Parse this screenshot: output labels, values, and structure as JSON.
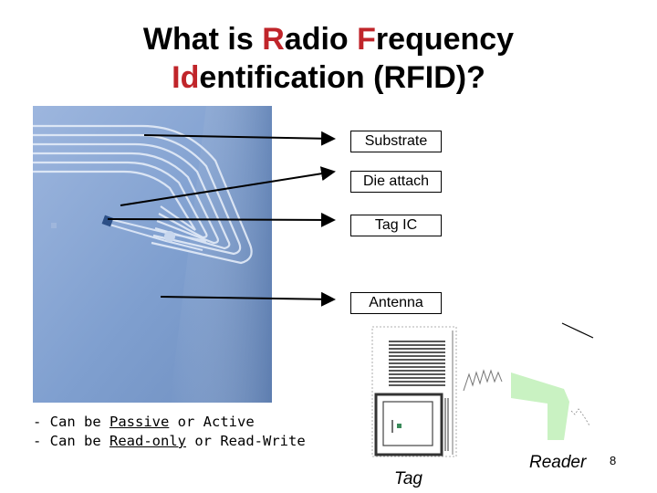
{
  "title": {
    "line1_a": "What is ",
    "line1_r": "R",
    "line1_b": "adio ",
    "line1_f": "F",
    "line1_c": "requency",
    "line2_id": "Id",
    "line2_rest": "entification (RFID)?"
  },
  "labels": [
    "Substrate",
    "Die attach",
    "Tag IC",
    "Antenna"
  ],
  "bullets": [
    {
      "dash": "- Can be ",
      "u1": "Passive",
      "mid": " or ",
      "rest": "Active"
    },
    {
      "dash": "- Can be ",
      "u1": "Read-only",
      "mid": " or ",
      "rest": "Read-Write"
    }
  ],
  "captions": {
    "tag": "Tag",
    "reader": "Reader"
  },
  "page_number": "8",
  "colors": {
    "title_accent": "#c0252a",
    "photo_blue": "#7f9fcf",
    "reader_green": "#c9f2c2"
  }
}
